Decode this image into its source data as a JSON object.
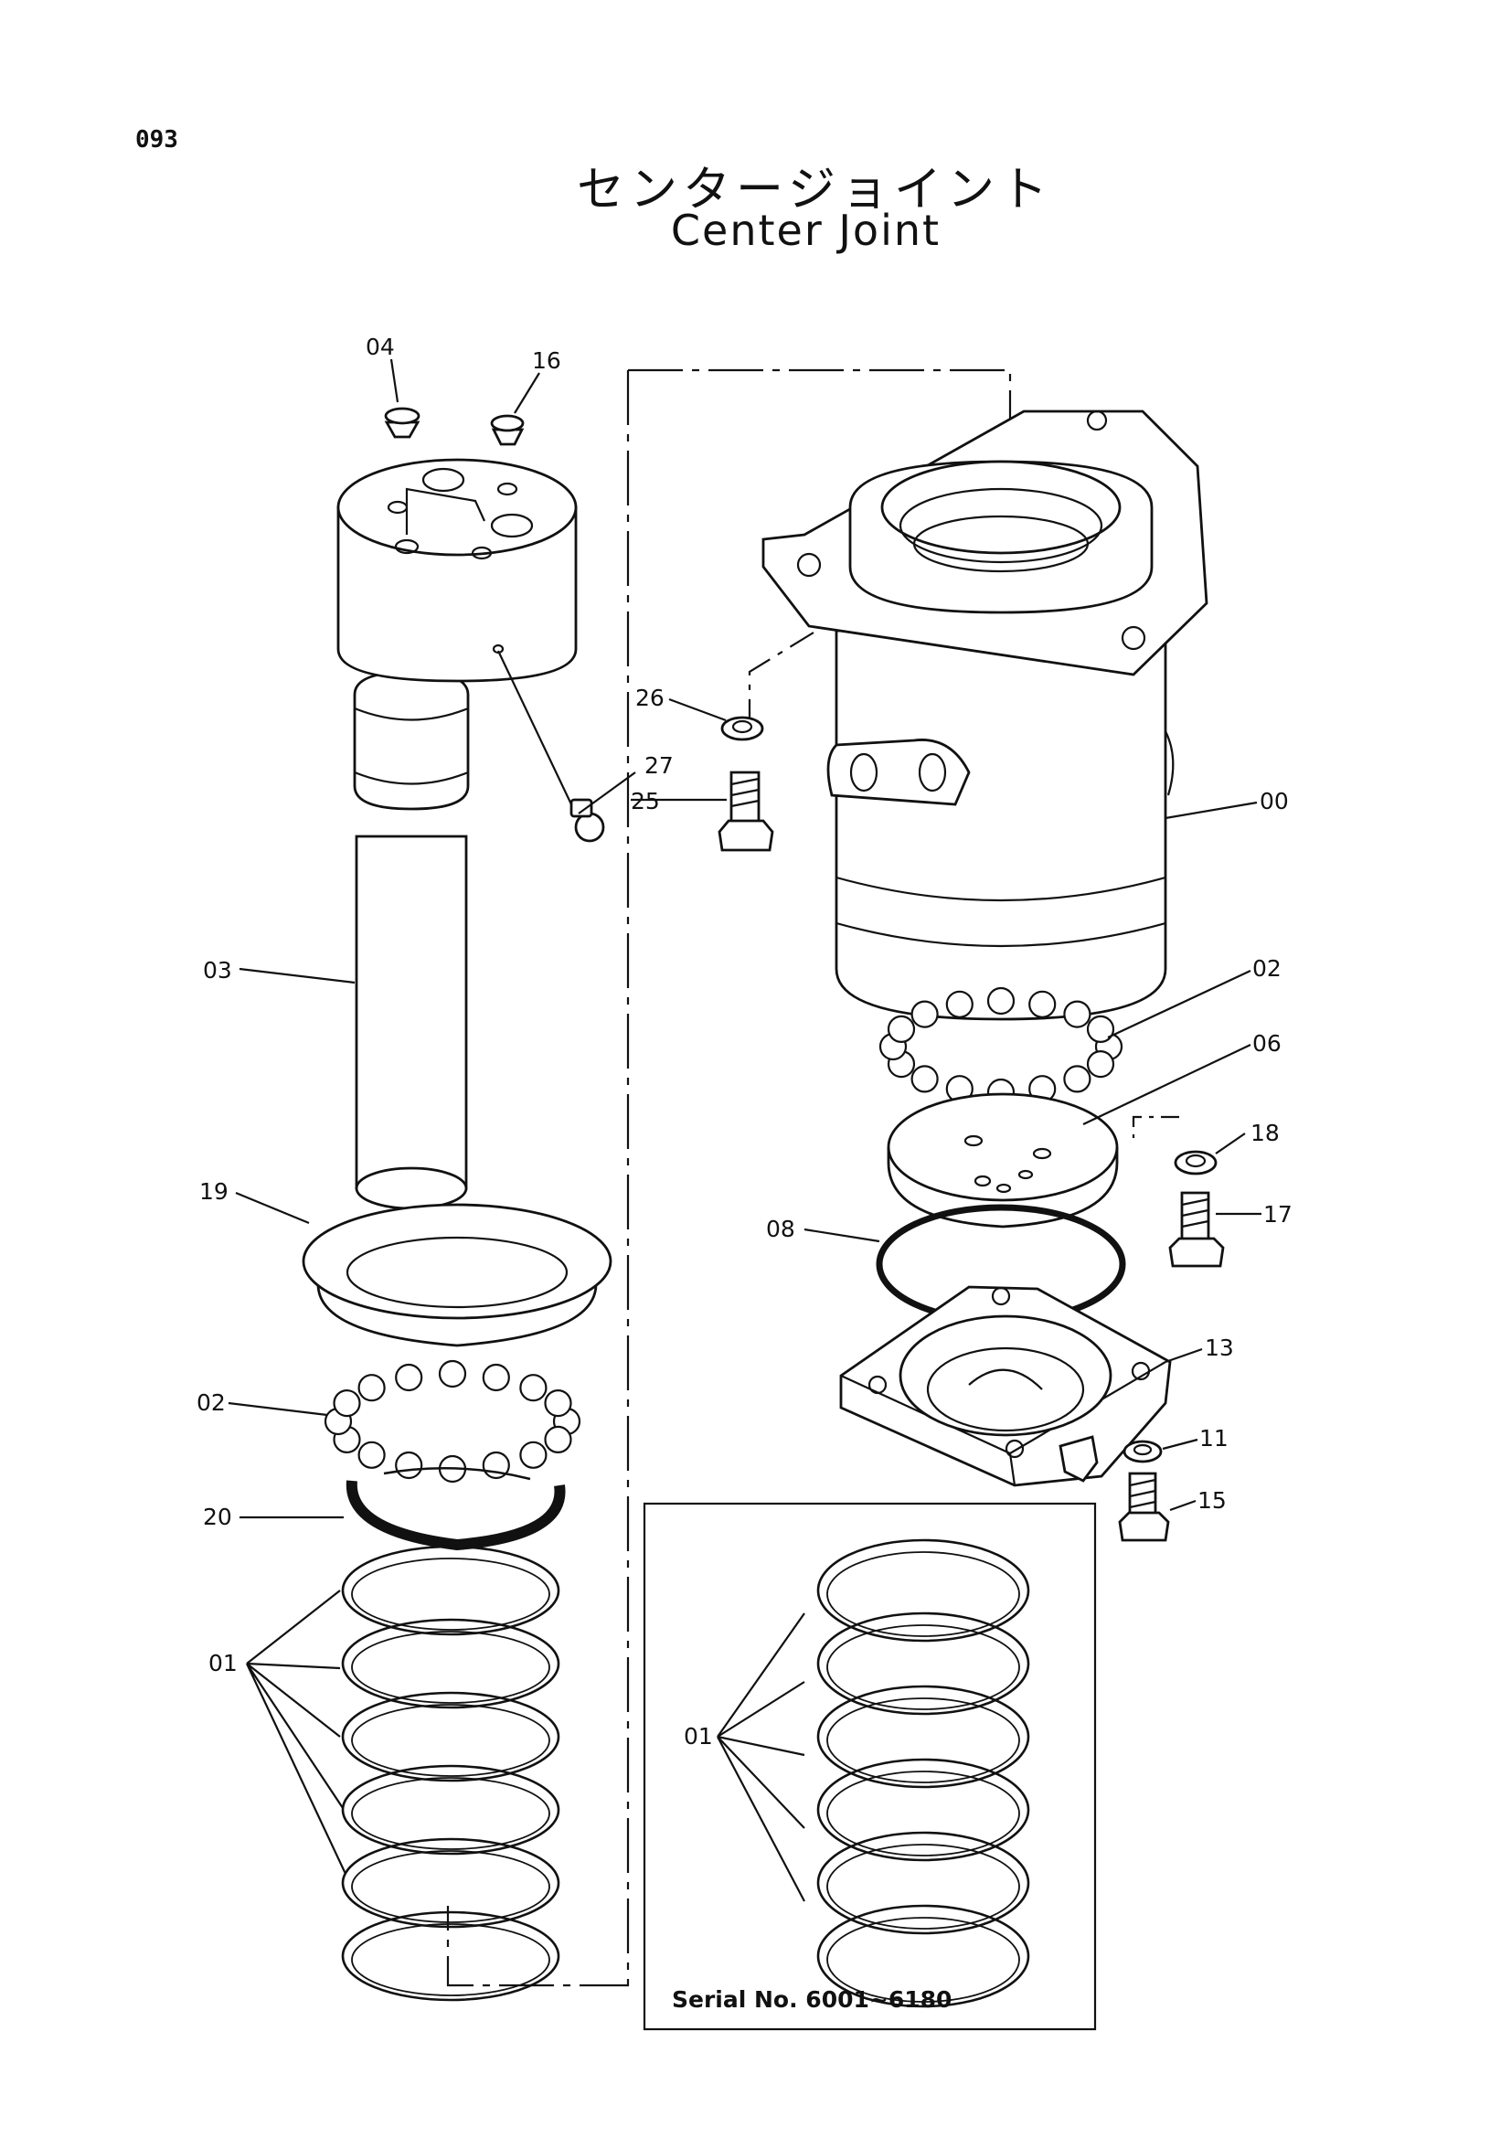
{
  "page_number": "093",
  "title_jp": "センタージョイント",
  "title_en": "Center Joint",
  "serial_note": "Serial No. 6001~6180",
  "part_labels": {
    "p04": "04",
    "p16": "16",
    "p26": "26",
    "p27": "27",
    "p25": "25",
    "p00": "00",
    "p03": "03",
    "p02a": "02",
    "p06": "06",
    "p18": "18",
    "p17": "17",
    "p19": "19",
    "p08": "08",
    "p13": "13",
    "p02b": "02",
    "p11": "11",
    "p20": "20",
    "p15": "15",
    "p01a": "01",
    "p01b": "01"
  }
}
